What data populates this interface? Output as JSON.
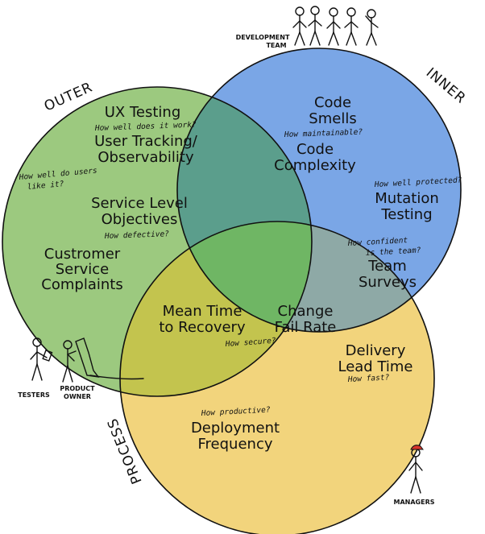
{
  "rings": {
    "outer": "OUTER",
    "inner": "INNER",
    "process": "PROCESS"
  },
  "roles": {
    "development_line1": "DEVELOPMENT",
    "development_line2": "TEAM",
    "testers": "TESTERS",
    "product_line1": "PRODUCT",
    "product_line2": "OWNER",
    "managers": "MANAGERS"
  },
  "labels": {
    "ux_testing": "UX Testing",
    "user_tracking_1": "User Tracking/",
    "user_tracking_2": "Observability",
    "slo_1": "Service Level",
    "slo_2": "Objectives",
    "csc_1": "Custromer",
    "csc_2": "Service",
    "csc_3": "Complaints",
    "code_smells_1": "Code",
    "code_smells_2": "Smells",
    "code_complexity_1": "Code",
    "code_complexity_2": "Complexity",
    "mutation_1": "Mutation",
    "mutation_2": "Testing",
    "team_surveys_1": "Team",
    "team_surveys_2": "Surveys",
    "mttr_1": "Mean Time",
    "mttr_2": "to Recovery",
    "cfr_1": "Change",
    "cfr_2": "Fail Rate",
    "delivery_1": "Delivery",
    "delivery_2": "Lead Time",
    "deploy_1": "Deployment",
    "deploy_2": "Frequency"
  },
  "questions": {
    "how_well_work": "How well does it work?",
    "how_well_users_1": "How well do users",
    "how_well_users_2": "like it?",
    "how_defective": "How defective?",
    "how_maintainable": "How maintainable?",
    "how_protected": "How well protected?",
    "how_confident_1": "How confident",
    "how_confident_2": "is the team?",
    "how_secure": "How secure?",
    "how_fast": "How fast?",
    "how_productive": "How productive?"
  },
  "colors": {
    "outer_green": "#9cc97f",
    "inner_blue": "#7aa6e6",
    "process_yellow": "#f2d47c",
    "overlap_teal": "#5b9e8c",
    "overlap_olive": "#c3c44e",
    "overlap_gray": "#8ea9a6",
    "center_green": "#6fb664",
    "manager_cap": "#d9342b"
  }
}
